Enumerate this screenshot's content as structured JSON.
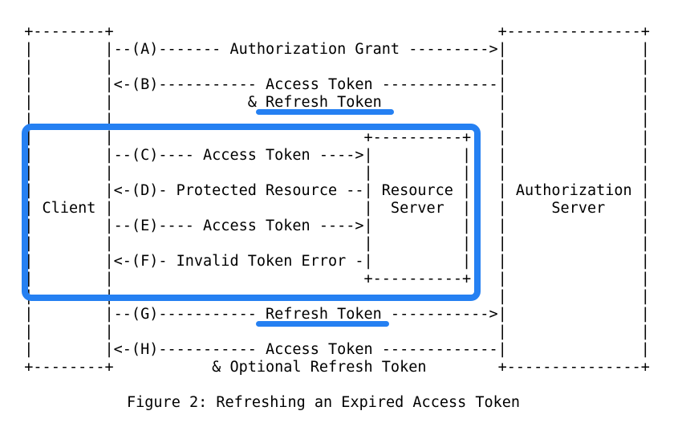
{
  "figure": {
    "caption": "Figure 2: Refreshing an Expired Access Token"
  },
  "colors": {
    "highlight": "#2580F2",
    "ink": "#000000",
    "background": "#FFFFFF"
  },
  "diagram": {
    "entities": [
      "Client",
      "Resource Server",
      "Authorization Server"
    ],
    "highlighted_phrases": [
      "Refresh Token",
      "Refresh Token"
    ],
    "lines": [
      "  +--------+                                           +---------------+",
      "  |        |--(A)------- Authorization Grant --------->|               |",
      "  |        |                                           |               |",
      "  |        |<-(B)----------- Access Token -------------|               |",
      "  |        |               & Refresh Token             |               |",
      "  |        |                                           |               |",
      "  |        |                            +----------+   |               |",
      "  |        |--(C)---- Access Token ---->|          |   |               |",
      "  |        |                            |          |   |               |",
      "  |        |<-(D)- Protected Resource --| Resource |   | Authorization |",
      "  | Client |                            |  Server  |   |     Server    |",
      "  |        |--(E)---- Access Token ---->|          |   |               |",
      "  |        |                            |          |   |               |",
      "  |        |<-(F)- Invalid Token Error -|          |   |               |",
      "  |        |                            +----------+   |               |",
      "  |        |                                           |               |",
      "  |        |--(G)----------- Refresh Token ----------->|               |",
      "  |        |                                           |               |",
      "  |        |<-(H)----------- Access Token -------------|               |",
      "  +--------+           & Optional Refresh Token        +---------------+"
    ]
  }
}
